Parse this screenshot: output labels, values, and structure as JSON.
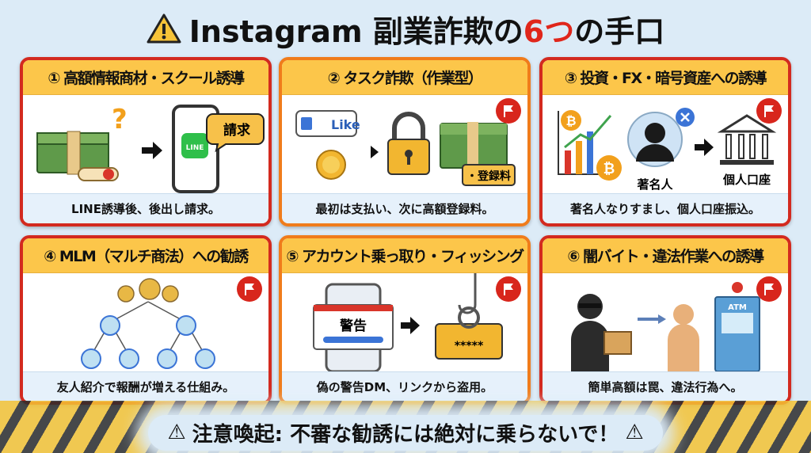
{
  "title": {
    "prefix": "Instagram 副業詐欺の",
    "number": "6つ",
    "suffix": "の手口"
  },
  "cards": [
    {
      "heading": "① 高額情報商材・スクール誘導",
      "caption": "LINE誘導後、後出し請求。",
      "labels": {
        "line": "LINE",
        "bubble": "請求"
      }
    },
    {
      "heading": "② タスク詐欺（作業型）",
      "caption": "最初は支払い、次に高額登録料。",
      "labels": {
        "like": "Like",
        "fee": "・登録料"
      }
    },
    {
      "heading": "③ 投資・FX・暗号資産への誘導",
      "caption": "著名人なりすまし、個人口座振込。",
      "labels": {
        "celebrity": "著名人",
        "account": "個人口座"
      }
    },
    {
      "heading": "④ MLM（マルチ商法）への勧誘",
      "caption": "友人紹介で報酬が増える仕組み。",
      "labels": {}
    },
    {
      "heading": "⑤ アカウント乗っ取り・フィッシング",
      "caption": "偽の警告DM、リンクから盗用。",
      "labels": {
        "warning": "警告",
        "password": "*****"
      }
    },
    {
      "heading": "⑥ 闇バイト・違法作業への誘導",
      "caption": "簡単高額は罠、違法行為へ。",
      "labels": {
        "atm": "ATM"
      }
    }
  ],
  "banner": "注意喚起: 不審な勧誘には絶対に乗らないで！",
  "colors": {
    "red": "#d32a1f",
    "orange": "#f07c1b",
    "header": "#fcc64a",
    "background": "#dcebf7"
  }
}
